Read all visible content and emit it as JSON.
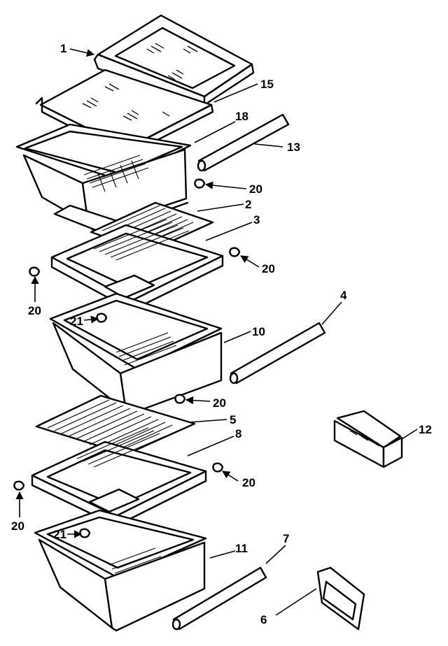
{
  "header": {
    "text": ""
  },
  "callouts": {
    "c1": "1",
    "c15": "15",
    "c18": "18",
    "c13": "13",
    "c20a": "20",
    "c2": "2",
    "c3": "3",
    "c20b": "20",
    "c20c": "20",
    "c21a": "21",
    "c4": "4",
    "c10": "10",
    "c20d": "20",
    "c5": "5",
    "c8": "8",
    "c20e": "20",
    "c12": "12",
    "c20f": "20",
    "c21b": "21",
    "c11": "11",
    "c7": "7",
    "c6": "6"
  }
}
